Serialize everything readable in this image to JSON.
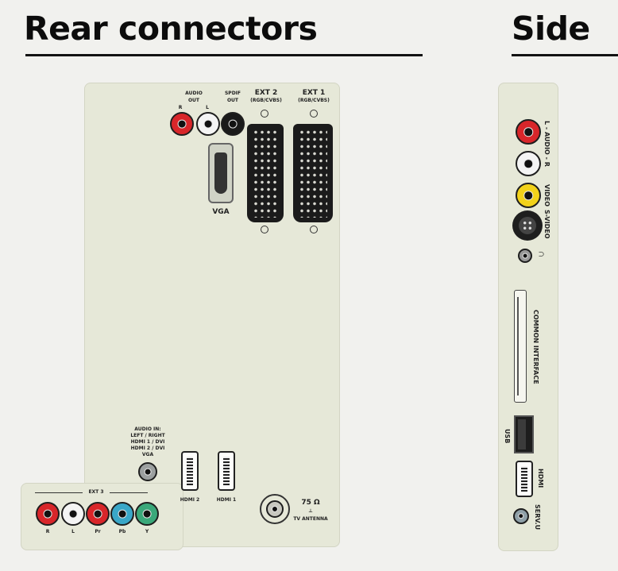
{
  "headings": {
    "rear": "Rear connectors",
    "side": "Side"
  },
  "rear": {
    "audio_out": "AUDIO",
    "audio_out_sub": "OUT",
    "audio_r": "R",
    "audio_l": "L",
    "spdif": "SPDIF",
    "spdif_out": "OUT",
    "ext2": "EXT 2",
    "ext2_sub": "(RGB/CVBS)",
    "ext1": "EXT 1",
    "ext1_sub": "(RGB/CVBS)",
    "vga": "VGA",
    "audio_in_lines": [
      "AUDIO IN:",
      "LEFT / RIGHT",
      "HDMI 1 / DVI",
      "HDMI 2 / DVI",
      "VGA"
    ],
    "hdmi2": "HDMI 2",
    "hdmi1": "HDMI 1",
    "ext3": "EXT 3",
    "ext3_jacks": [
      "R",
      "L",
      "Pr",
      "Pb",
      "Y"
    ],
    "antenna_ohm": "75 Ω",
    "antenna": "TV ANTENNA"
  },
  "side": {
    "audio": "L - AUDIO - R",
    "video": "VIDEO",
    "svideo": "S-VIDEO",
    "common_interface": "COMMON INTERFACE",
    "usb": "USB",
    "hdmi": "HDMI",
    "service": "SERV.U"
  },
  "colors": {
    "red": "#d8262a",
    "white": "#f4f4f4",
    "yellow": "#f2d21a",
    "green": "#3aa87a",
    "blue": "#3aa7c8",
    "black": "#1a1a1a"
  }
}
